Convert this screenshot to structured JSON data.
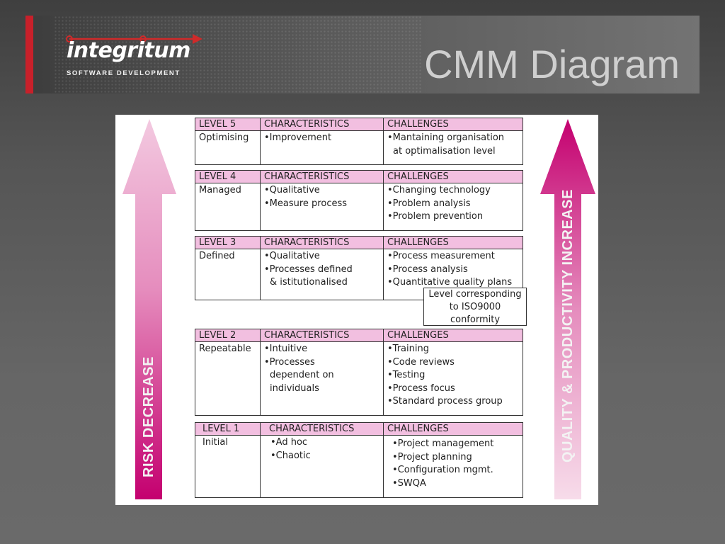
{
  "header": {
    "title": "CMM Diagram",
    "logo_word": "integritum",
    "logo_sub": "SOFTWARE DEVELOPMENT",
    "accent_color": "#c8202a"
  },
  "diagram": {
    "left_arrow_label": "RISK DECREASE",
    "right_arrow_label": "QUALITY & PRODUCTIVITY INCREASE",
    "arrow_color": "#cc0077",
    "header_fill": "#f2bfe0",
    "iso_note": [
      "Level corresponding",
      "to ISO9000",
      "conformity"
    ],
    "levels": [
      {
        "level": "LEVEL 5",
        "name": "Optimising",
        "char_header": "CHARACTERISTICS",
        "chal_header": "CHALLENGES",
        "characteristics": [
          "•Improvement"
        ],
        "challenges": [
          "•Mantaining organisation",
          "at optimalisation level"
        ]
      },
      {
        "level": "LEVEL 4",
        "name": "Managed",
        "char_header": "CHARACTERISTICS",
        "chal_header": "CHALLENGES",
        "characteristics": [
          "•Qualitative",
          "•Measure process"
        ],
        "challenges": [
          "•Changing technology",
          "•Problem analysis",
          "•Problem prevention"
        ]
      },
      {
        "level": "LEVEL 3",
        "name": "Defined",
        "char_header": "CHARACTERISTICS",
        "chal_header": "CHALLENGES",
        "characteristics": [
          "•Qualitative",
          "•Processes defined",
          "& istitutionalised"
        ],
        "challenges": [
          "•Process measurement",
          "•Process analysis",
          "•Quantitative quality plans"
        ]
      },
      {
        "level": "LEVEL 2",
        "name": "Repeatable",
        "char_header": "CHARACTERISTICS",
        "chal_header": "CHALLENGES",
        "characteristics": [
          "•Intuitive",
          "•Processes",
          "dependent on",
          "individuals"
        ],
        "challenges": [
          "•Training",
          "•Code reviews",
          "•Testing",
          "•Process focus",
          "•Standard process group"
        ]
      },
      {
        "level": "LEVEL 1",
        "name": "Initial",
        "char_header": "CHARACTERISTICS",
        "chal_header": "CHALLENGES",
        "characteristics": [
          "•Ad hoc",
          "•Chaotic"
        ],
        "challenges": [
          "•Project management",
          "•Project planning",
          "•Configuration mgmt.",
          "•SWQA"
        ]
      }
    ]
  }
}
